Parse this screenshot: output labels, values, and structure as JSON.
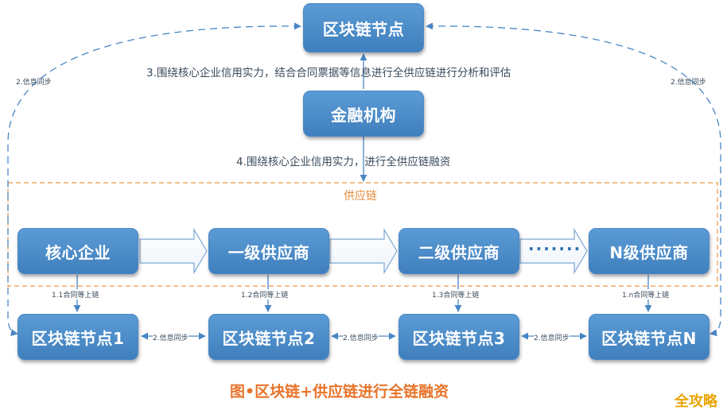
{
  "nodes": {
    "top": "区块链节点",
    "bank": "金融机构",
    "core": "核心企业",
    "tier1": "一级供应商",
    "tier2": "二级供应商",
    "tierN": "N级供应商",
    "bc1": "区块链节点1",
    "bc2": "区块链节点2",
    "bc3": "区块链节点3",
    "bcN": "区块链节点N"
  },
  "labels": {
    "step3": "3.围绕核心企业信用实力，结合合同票据等信息进行全供应链进行分析和评估",
    "step4": "4.围绕核心企业信用实力，进行全供应链融资",
    "sync_left": "2.信息同步",
    "sync_right": "2.信息同步",
    "sync_12": "2.信息同步",
    "sync_23": "2.信息同步",
    "sync_3n": "2.信息同步",
    "upload_1": "1.1合同等上链",
    "upload_2": "1.2合同等上链",
    "upload_3": "1.3合同等上链",
    "upload_n": "1.n合同等上链",
    "supply_chain": "供应链",
    "dots": "·······"
  },
  "caption": "图•区块链+供应链进行全链融资",
  "watermark": "全攻略",
  "colors": {
    "node": "#4a8ac9",
    "arrow": "#4a86c5",
    "dashed_box": "#e8963f",
    "caption": "#e8742b",
    "watermark": "#e9a400"
  }
}
